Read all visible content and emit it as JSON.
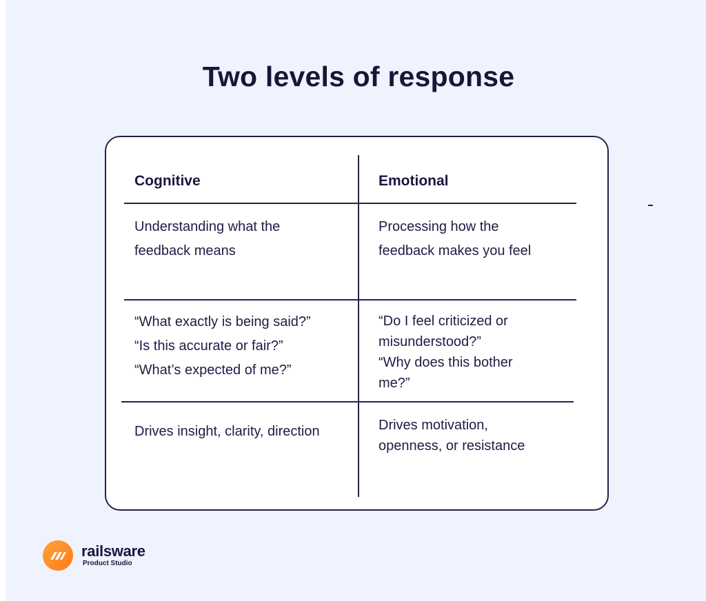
{
  "title": "Two levels of response",
  "table": {
    "headers": [
      "Cognitive",
      "Emotional"
    ],
    "rows": [
      {
        "cognitive": [
          "Understanding what the",
          "feedback means"
        ],
        "emotional": [
          "Processing how the",
          "feedback makes you feel"
        ]
      },
      {
        "cognitive": [
          "“What exactly is being said?”",
          "“Is this accurate or fair?”",
          "“What’s expected of me?”"
        ],
        "emotional": [
          "“Do I feel criticized or",
          "misunderstood?”",
          "“Why does this bother",
          "me?”"
        ]
      },
      {
        "cognitive": [
          "Drives insight, clarity, direction"
        ],
        "emotional": [
          "Drives motivation,",
          "openness, or resistance"
        ]
      }
    ]
  },
  "brand": {
    "name": "railsware",
    "tagline": "Product Studio",
    "icon": "railsware-logo-icon",
    "color": "#ff8a25"
  },
  "colors": {
    "background": "#eef3fd",
    "ink": "#1b1740"
  }
}
